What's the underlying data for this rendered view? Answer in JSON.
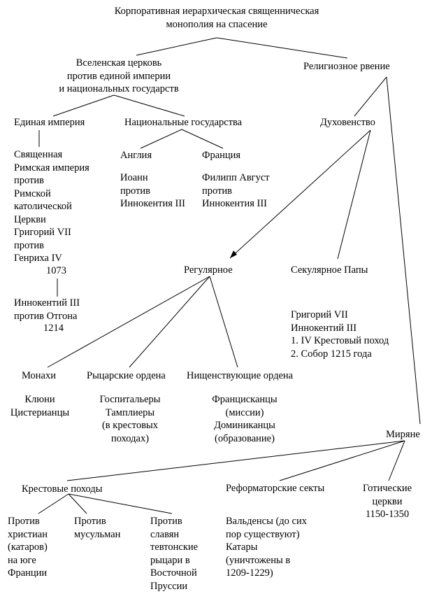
{
  "diagram": {
    "root": [
      "Корпоративная иерархическая священническая",
      "монополия на спасение"
    ],
    "universal_church": [
      "Вселенская церковь",
      "против единой империи",
      "и национальных государств"
    ],
    "religious_zeal": [
      "Религиозное рвение"
    ],
    "single_empire": [
      "Единая империя"
    ],
    "national_states": [
      "Национальные государства"
    ],
    "clergy": [
      "Духовенство"
    ],
    "holy_roman": [
      "Священная",
      "Римская империя",
      "против",
      "Римской",
      "католической",
      "Церкви",
      "Григорий VII",
      "против",
      "Генриха IV"
    ],
    "year_1073": [
      "1073"
    ],
    "innocent_otto": [
      "Иннокентий III",
      "против Отгона"
    ],
    "year_1214": [
      "1214"
    ],
    "england": [
      "Англия"
    ],
    "france": [
      "Франция"
    ],
    "john": [
      "Иоанн",
      "против",
      "Иннокентия III"
    ],
    "philip": [
      "Филипп Август",
      "против",
      "Иннокентия III"
    ],
    "regular": [
      "Регулярное"
    ],
    "secular": [
      "Секулярное Папы"
    ],
    "popes": [
      "Григорий VII",
      "Иннокентий III",
      "1.  IV Крестовый поход",
      "2.  Собор 1215 года"
    ],
    "monks": [
      "Монахи"
    ],
    "knight_orders": [
      "Рыцарские ордена"
    ],
    "mendicant": [
      "Нищенствующие ордена"
    ],
    "cluny": [
      "Клюни",
      "Цистерианцы"
    ],
    "hospitallers": [
      "Госпитальеры",
      "Тамплиеры",
      "(в крестовых",
      "походах)"
    ],
    "franciscans": [
      "Францисканцы",
      "(миссии)",
      "Доминиканцы",
      "(образование)"
    ],
    "laity": [
      "Миряне"
    ],
    "crusades": [
      "Крестовые походы"
    ],
    "reform_sects": [
      "Реформаторские секты"
    ],
    "gothic": [
      "Готические",
      "церкви",
      "1150-1350"
    ],
    "vs_christians": [
      "Против",
      "христиан",
      "(катаров)",
      "на юге",
      "Франции"
    ],
    "vs_muslims": [
      "Против",
      "мусульман"
    ],
    "vs_slavs": [
      "Против",
      "славян",
      "тевтонские",
      "рыцари в",
      "Восточной",
      "Пруссии"
    ],
    "waldenses": [
      "Вальденсы (до сих",
      "пор существуют)",
      "Катары",
      "(уничтожены       в",
      "1209-1229)"
    ]
  }
}
